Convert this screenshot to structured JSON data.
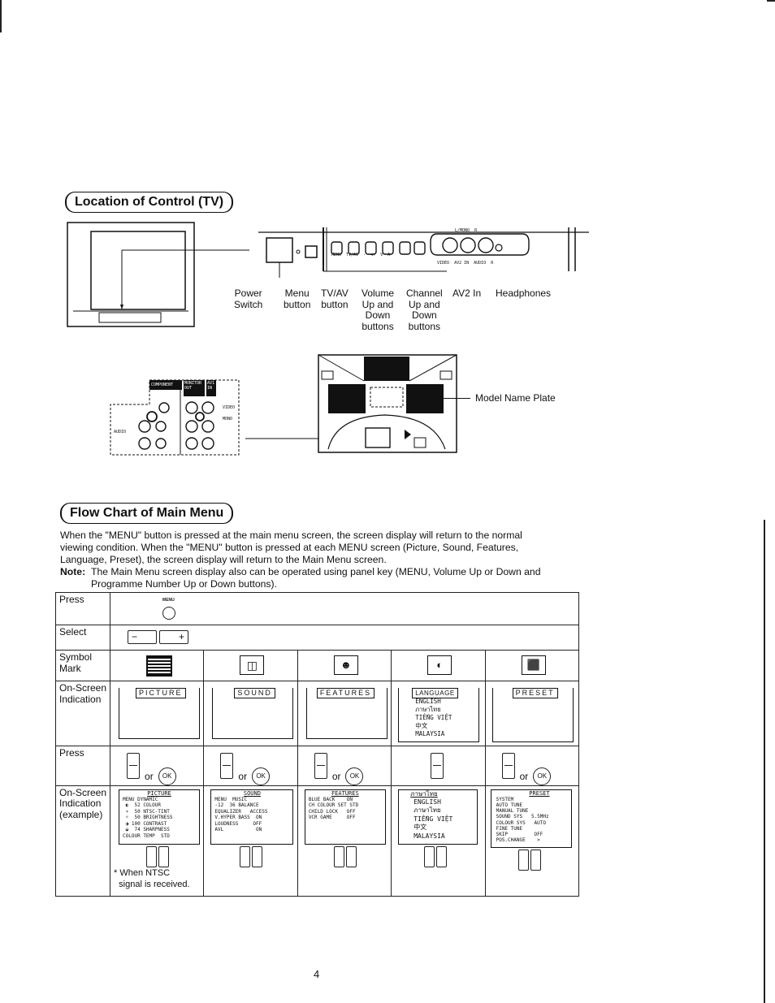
{
  "section1": {
    "title": "Location of Control (TV)"
  },
  "controls": [
    {
      "label": "Power\nSwitch"
    },
    {
      "label": "Menu\nbutton"
    },
    {
      "label": "TV/AV\nbutton"
    },
    {
      "label": "Volume\nUp and\nDown\nbuttons"
    },
    {
      "label": "Channel\nUp and\nDown\nbuttons"
    },
    {
      "label": "AV2 In"
    },
    {
      "label": "Headphones"
    }
  ],
  "panel_text": {
    "top": "MENU  TV/AV  -  ◄+  V  A",
    "right": "VIDEO  AV2 IN  AUDIO  R",
    "top_right": "L/MONO  R"
  },
  "rear": {
    "component": "COMPONENT",
    "monitor_out": "MONITOR\nOUT",
    "av1_in": "AV1\nIN",
    "video": "VIDEO",
    "mono": "MONO",
    "audio": "AUDIO",
    "model_plate": "Model Name Plate"
  },
  "section2": {
    "title": "Flow Chart of Main Menu"
  },
  "paragraph": [
    "When the \"MENU\" button is pressed at the main menu screen, the screen display will return to the normal",
    "viewing condition. When the \"MENU\" button is pressed at each MENU screen (Picture, Sound, Features,",
    "Language, Preset), the screen display will return to the Main Menu screen."
  ],
  "note": {
    "label": "Note:",
    "line1": "The Main Menu screen display also can be operated using panel key (MENU, Volume Up or Down and",
    "line2": "Programme Number Up or Down buttons)."
  },
  "table": {
    "rows": {
      "press": "Press",
      "select": "Select",
      "symbol": "Symbol\nMark",
      "onscreen": "On-Screen\nIndication",
      "press2": "Press",
      "onscreen_ex": "On-Screen\nIndication\n(example)"
    },
    "menu_label": "MENU",
    "select_minus": "−",
    "select_plus": "+",
    "or": "or",
    "ok": "OK",
    "screens": [
      "PICTURE",
      "SOUND",
      "FEATURES",
      "LANGUAGE",
      "PRESET"
    ],
    "language_list": "ENGLISH\nภาษาไทย\nTIẾNG VIỆT\n中文\nMALAYSIA",
    "examples": {
      "picture": {
        "header": "PICTURE",
        "lines": "MENU DYNAMIC\n ◐  52 COLOUR\n ∗  50 NTSC-TINT\n ☼  50 BRIGHTNESS\n ◑ 100 CONTRAST\n ◒  74 SHARPNESS\nCOLOUR TEMP  STD"
      },
      "sound": {
        "header": "SOUND",
        "lines": "MENU  MUSIC\n-12  36 BALANCE\nEQUALIZER   ACCESS\nV.HYPER BASS  ON\nLOUDNESS     OFF\nAVL           ON"
      },
      "features": {
        "header": "FEATURES",
        "lines": "BLUE BACK    ON\nCH COLOUR SET STD\nCHILD LOCK   OFF\nVCR GAME     OFF"
      },
      "language": {
        "header": "ภาษาไทย",
        "lines": "ENGLISH\nภาษาไทย\nTIẾNG VIỆT\n中文\nMALAYSIA"
      },
      "preset": {
        "header": "PRESET",
        "lines": "SYSTEM\nAUTO TUNE\nMANUAL TUNE\nSOUND SYS   5.5MHz\nCOLOUR SYS   AUTO\nFINE TUNE\nSKIP         OFF\nPOS.CHANGE    >"
      }
    },
    "footnote": "* When NTSC\n  signal is received."
  },
  "page_number": "4"
}
